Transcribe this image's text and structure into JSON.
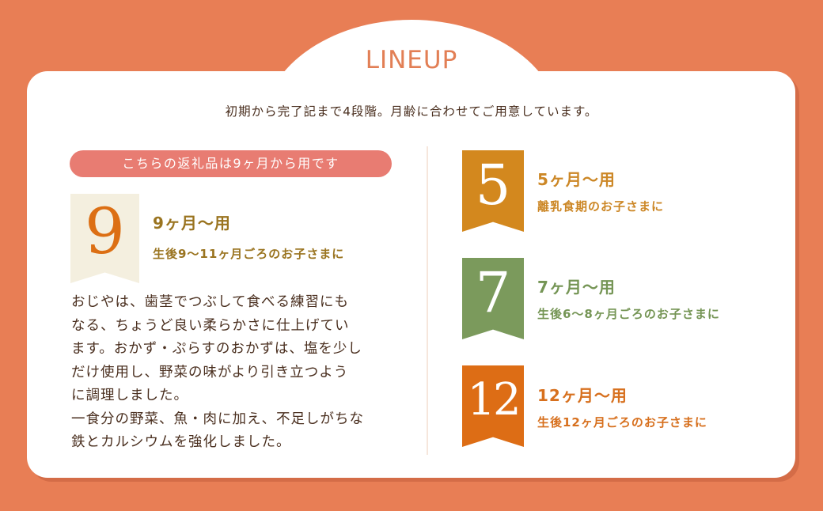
{
  "header": {
    "title": "LINEUP",
    "subtitle": "初期から完了記まで4段階。月齢に合わせてご用意しています。"
  },
  "current_item": {
    "tag": "こちらの返礼品は9ヶ月から用です",
    "number": "9",
    "heading": "9ヶ月〜用",
    "sub": "生後9〜11ヶ月ごろのお子さまに",
    "description_lines": [
      "おじやは、歯茎でつぶして食べる練習にも",
      "なる、ちょうど良い柔らかさに仕上げてい",
      "ます。おかず・ぷらすのおかずは、塩を少し",
      "だけ使用し、野菜の味がより引き立つよう",
      "に調理しました。",
      "一食分の野菜、魚・肉に加え、不足しがちな",
      "鉄とカルシウムを強化しました。"
    ]
  },
  "other_items": [
    {
      "number": "5",
      "heading": "5ヶ月〜用",
      "sub": "離乳食期のお子さまに",
      "color": "#d3881e"
    },
    {
      "number": "7",
      "heading": "7ヶ月〜用",
      "sub": "生後6〜8ヶ月ごろのお子さまに",
      "color": "#7b9a5c"
    },
    {
      "number": "12",
      "heading": "12ヶ月〜用",
      "sub": "生後12ヶ月ごろのお子さまに",
      "color": "#dd6d15"
    }
  ],
  "colors": {
    "background": "#e87e55",
    "card": "#ffffff",
    "title": "#e27f55",
    "tag_pill": "#e87c72",
    "text": "#4a2f1f",
    "current_badge_bg": "#f4efdf",
    "current_badge_number": "#dc6f14",
    "current_text": "#9a7420"
  }
}
